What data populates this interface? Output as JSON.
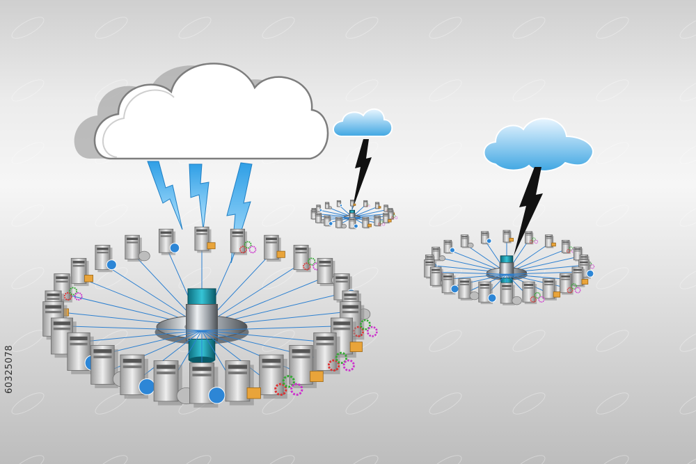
{
  "image_id_text": "60325078",
  "clusters": [
    {
      "name": "large",
      "cloud_color": "#ffffff",
      "node_count": 26
    },
    {
      "name": "small",
      "cloud_color": "#3ea9e6",
      "node_count": 18
    },
    {
      "name": "medium",
      "cloud_color": "#3ea9e6",
      "node_count": 22
    }
  ],
  "colors": {
    "cable": "#2b7fd0",
    "lightning": "#4bb4f0",
    "hub_metal": "#b9bec3",
    "hub_teal": "#1aa5b8",
    "server_gray": "#c8c8c8"
  }
}
